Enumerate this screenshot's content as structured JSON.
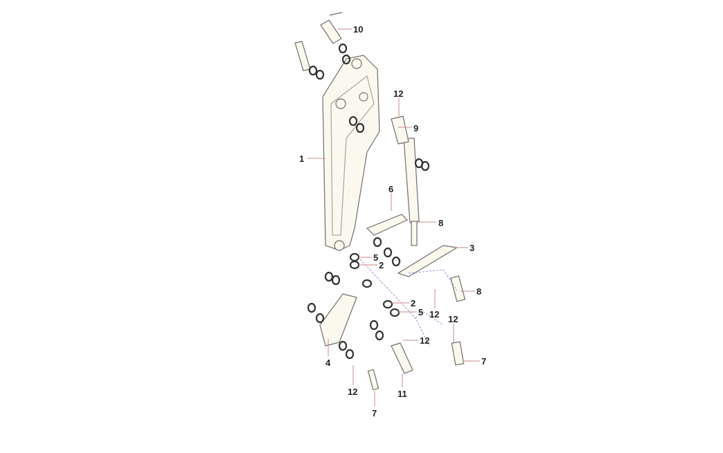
{
  "diagram": {
    "callouts": [
      "10",
      "12",
      "9",
      "1",
      "6",
      "8",
      "3",
      "5",
      "2",
      "8",
      "12",
      "2",
      "5",
      "12",
      "12",
      "7",
      "4",
      "12",
      "11",
      "7"
    ]
  }
}
